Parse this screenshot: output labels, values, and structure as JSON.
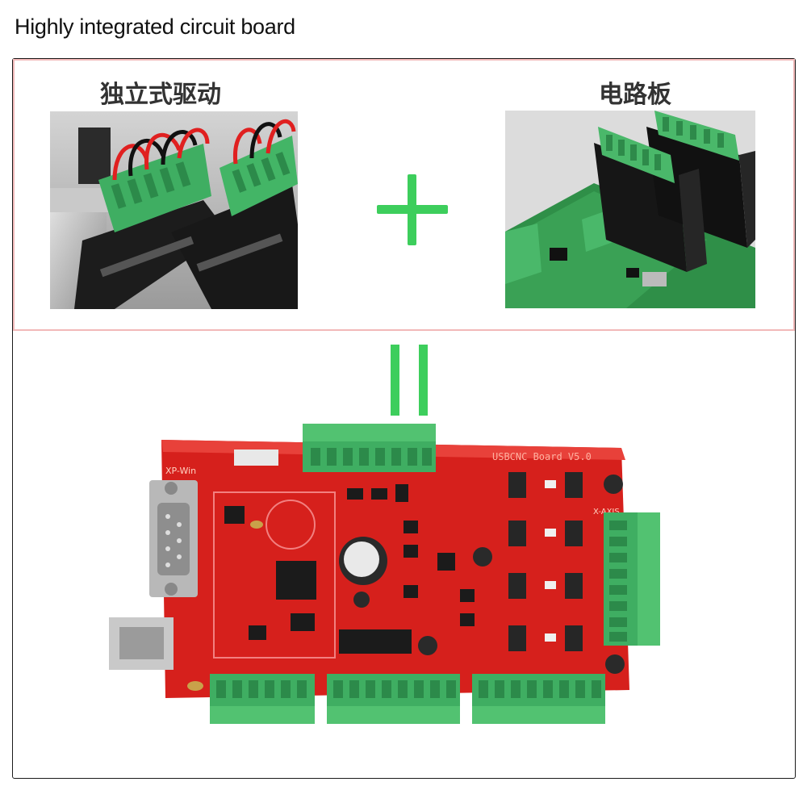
{
  "header": {
    "title": "Highly integrated circuit board"
  },
  "panel": {
    "left_label": "独立式驱动",
    "right_label": "电路板"
  },
  "board": {
    "silkscreen_title": "USBCNC Board V5.0",
    "connector_label": "XP-Win",
    "axis_label": "X-AXIS"
  },
  "colors": {
    "accent_green": "#3dce5c",
    "board_red": "#d6201c",
    "terminal_green": "#3fae62",
    "panel_border": "#f2b9b9"
  },
  "icons": {
    "plus": "plus-icon",
    "equals": "equals-icon"
  }
}
